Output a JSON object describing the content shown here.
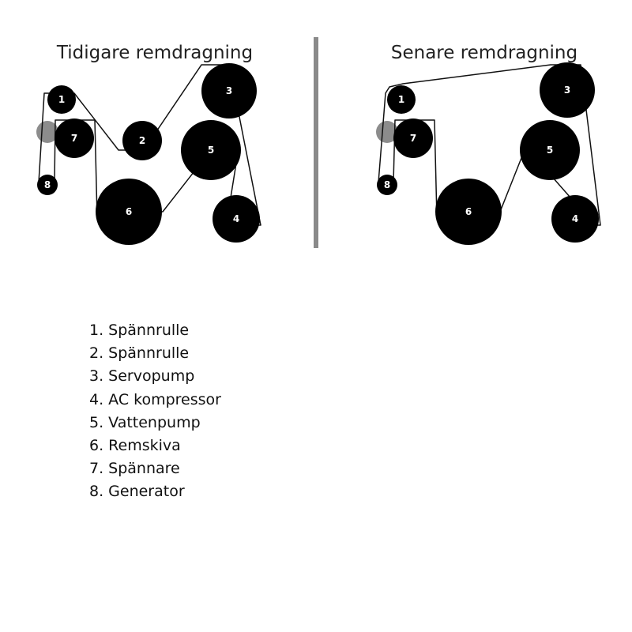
{
  "panels": [
    {
      "key": "before",
      "title": "Tidigare remdragning",
      "pulleys": [
        {
          "id": "1",
          "label": "1"
        },
        {
          "id": "2",
          "label": "2"
        },
        {
          "id": "3",
          "label": "3"
        },
        {
          "id": "4",
          "label": "4"
        },
        {
          "id": "5",
          "label": "5"
        },
        {
          "id": "6",
          "label": "6"
        },
        {
          "id": "7",
          "label": "7"
        },
        {
          "id": "8",
          "label": "8"
        }
      ]
    },
    {
      "key": "after",
      "title": "Senare remdragning",
      "pulleys": [
        {
          "id": "1",
          "label": "1"
        },
        {
          "id": "3",
          "label": "3"
        },
        {
          "id": "4",
          "label": "4"
        },
        {
          "id": "5",
          "label": "5"
        },
        {
          "id": "6",
          "label": "6"
        },
        {
          "id": "7",
          "label": "7"
        },
        {
          "id": "8",
          "label": "8"
        }
      ]
    }
  ],
  "legend": [
    "1. Spännrulle",
    "2. Spännrulle",
    "3. Servopump",
    "4. AC kompressor",
    "5. Vattenpump",
    "6. Remskiva",
    "7. Spännare",
    "8. Generator"
  ],
  "colors": {
    "pulley": "#000000",
    "pulley_label": "#ffffff",
    "belt": "#111111",
    "divider": "#8a8a8a",
    "ghost_pulley": "#8c8c8c"
  }
}
